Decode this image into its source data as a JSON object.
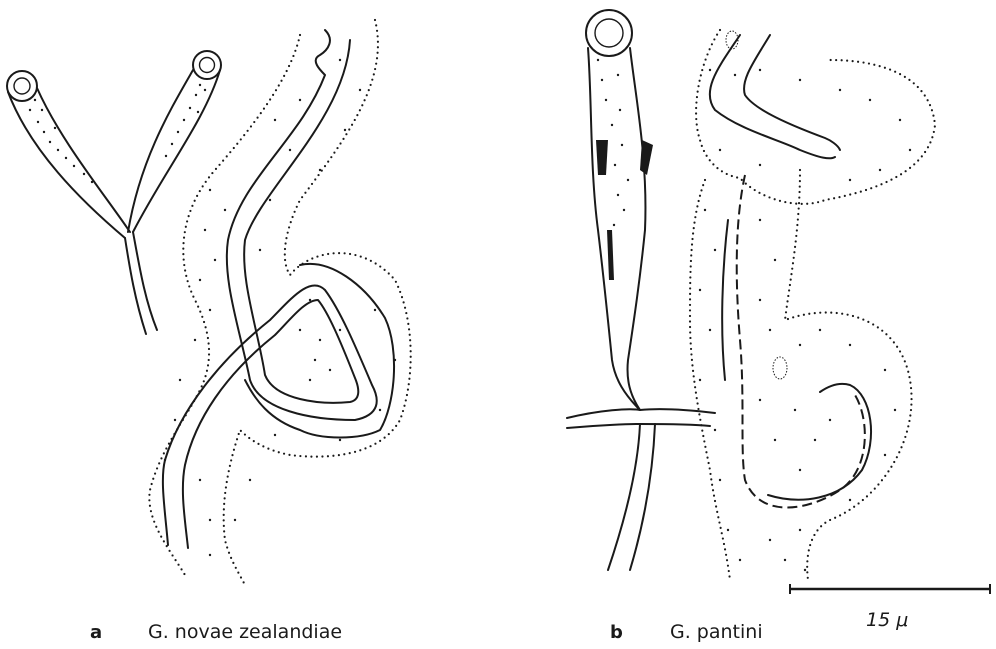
{
  "panels": [
    {
      "letter": "a",
      "species": "G. novae zealandiae"
    },
    {
      "letter": "b",
      "species": "G. pantini"
    }
  ],
  "scale_bar": {
    "value": 15,
    "unit": "μ",
    "label": "15 μ"
  }
}
